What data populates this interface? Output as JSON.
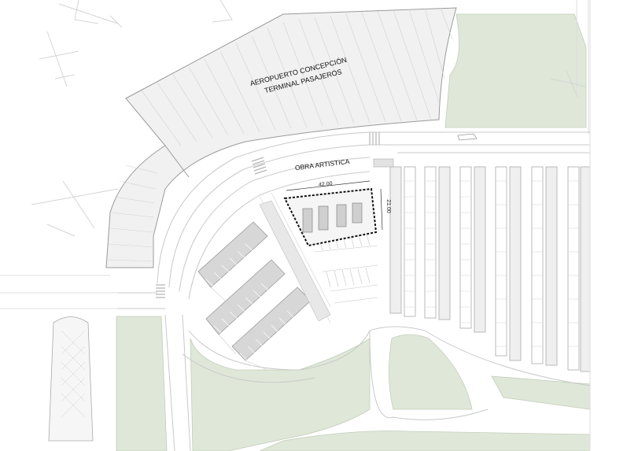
{
  "labels": {
    "terminal_line1": "AEROPUERTO CONCEPCIÓN",
    "terminal_line2": "TERMINAL PASAJEROS",
    "art_site": "OBRA  ARTISTICA",
    "dim_width": "42.00",
    "dim_depth": "21.00"
  },
  "colors": {
    "background": "#ffffff",
    "green_area": "#dfe8d8",
    "terminal_fill": "#f1f1f1",
    "road_line": "#c9c9c9",
    "parking_shade": "#d7d7d7",
    "site_outline": "#111111"
  }
}
